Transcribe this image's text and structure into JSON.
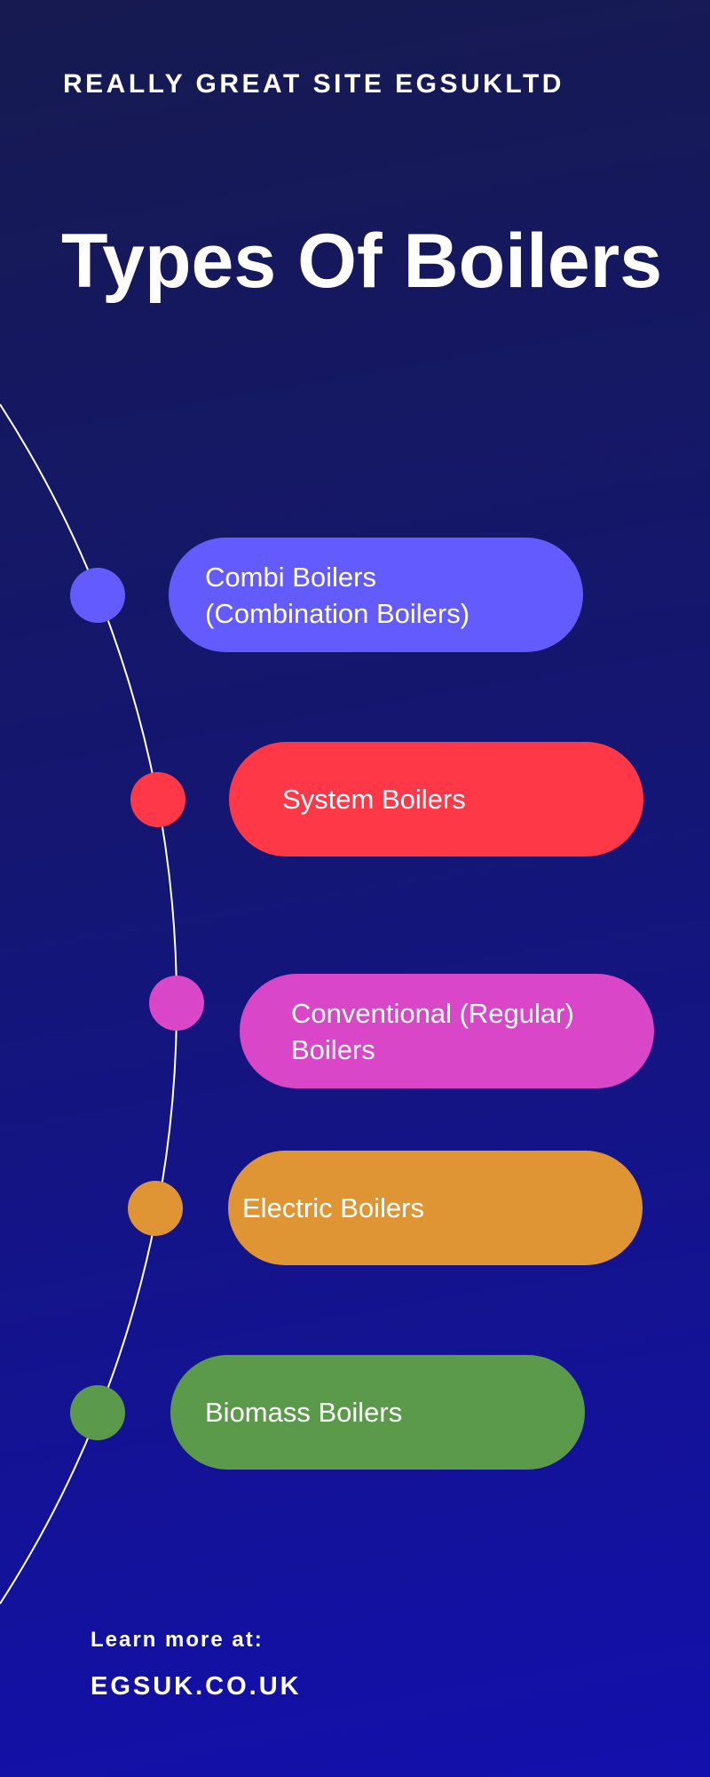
{
  "header": {
    "site": "REALLY GREAT SITE EGSUKLTD",
    "title": "Types Of Boilers"
  },
  "items": [
    {
      "label": "Combi Boilers\n(Combination Boilers)",
      "color": "#645bff"
    },
    {
      "label": "System Boilers",
      "color": "#ff3848"
    },
    {
      "label": "Conventional (Regular)\nBoilers",
      "color": "#d946c8"
    },
    {
      "label": "Electric Boilers",
      "color": "#e09535"
    },
    {
      "label": "Biomass Boilers",
      "color": "#5a9a4a"
    }
  ],
  "footer": {
    "learn": "Learn more at:",
    "url": "EGSUK.CO.UK"
  }
}
